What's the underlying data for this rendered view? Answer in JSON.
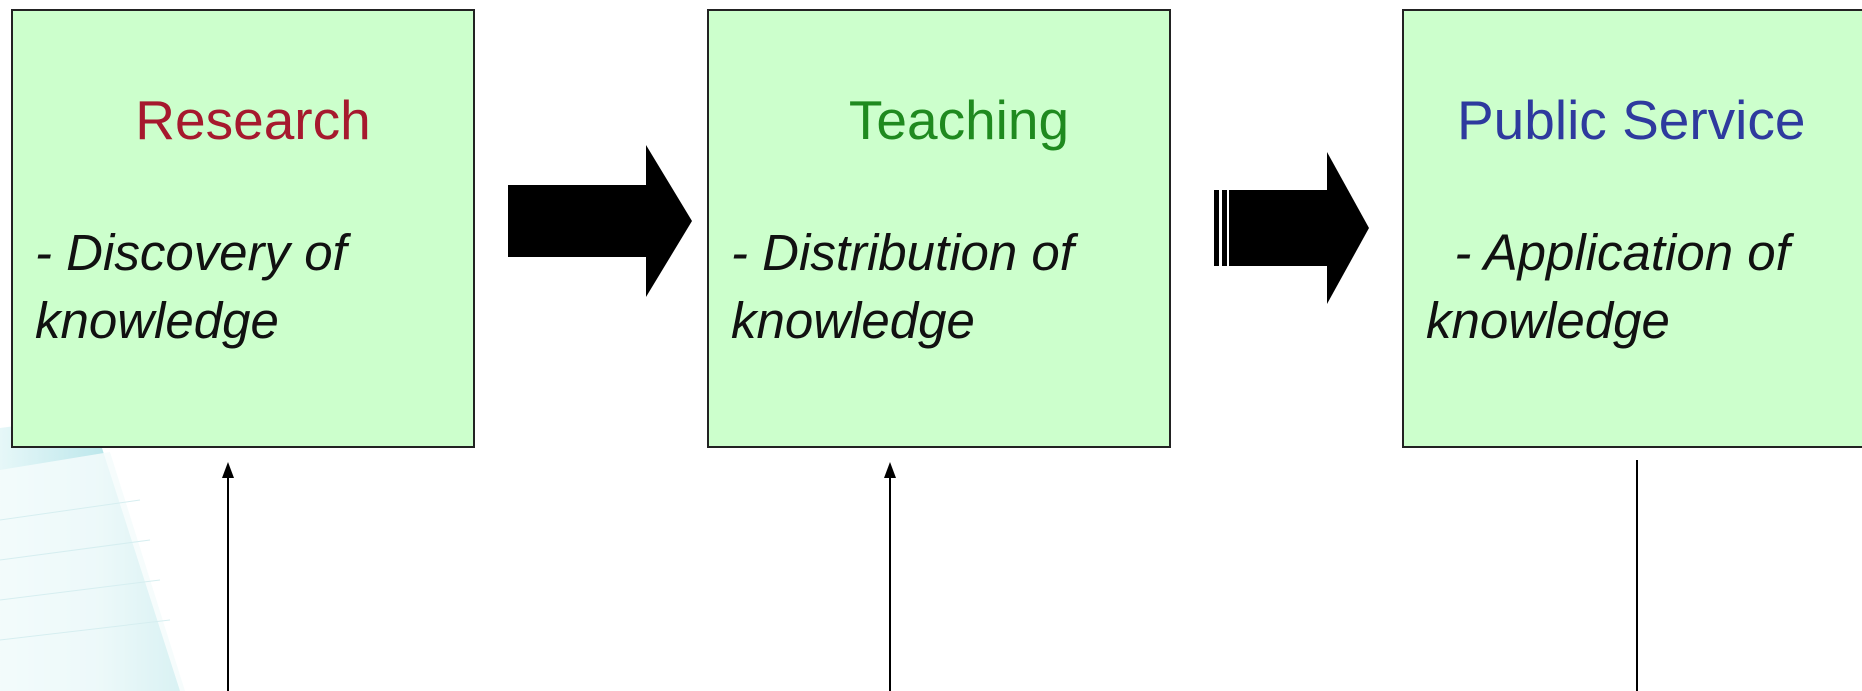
{
  "diagram": {
    "boxes": [
      {
        "id": "research",
        "title": "Research",
        "description": "- Discovery of knowledge",
        "title_color": "#a6192e"
      },
      {
        "id": "teaching",
        "title": "Teaching",
        "description": "- Distribution of knowledge",
        "title_color": "#1f8a1f"
      },
      {
        "id": "public-service",
        "title": "Public Service",
        "description": "  - Application of knowledge",
        "title_color": "#2e3a9e"
      }
    ],
    "colors": {
      "box_fill": "#ccffcc",
      "box_border": "#222222",
      "arrow_fill": "#000000"
    }
  }
}
